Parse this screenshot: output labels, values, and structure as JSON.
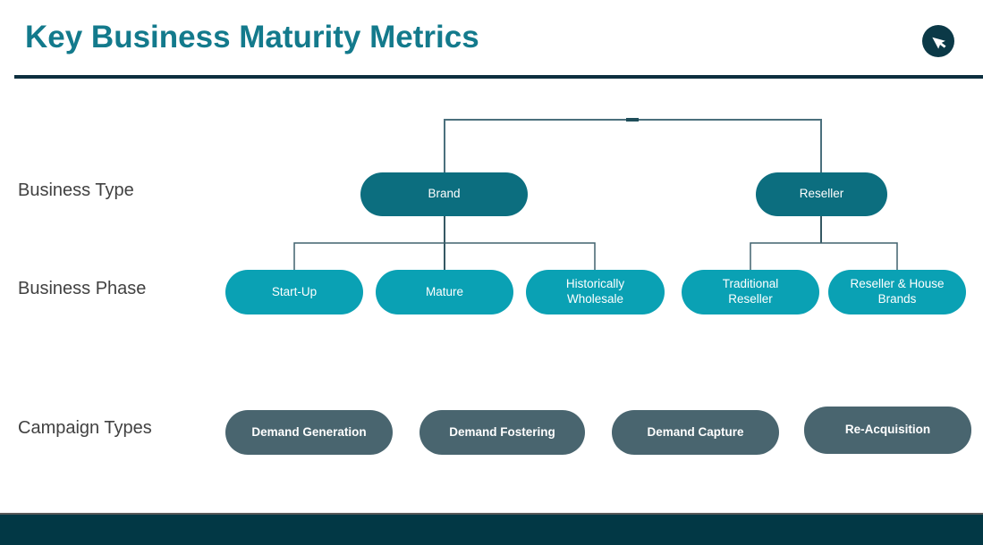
{
  "header": {
    "title": "Key Business Maturity Metrics",
    "icon": "cursor-arrow-icon"
  },
  "colors": {
    "title_teal": "#137a8c",
    "rule_navy": "#0c2f3f",
    "business_type_pill": "#0c6e7f",
    "business_phase_pill": "#0aa1b4",
    "campaign_pill": "#49656f",
    "connector": "#40626e",
    "footer_bar": "#023845",
    "label_text": "#414141",
    "pill_text": "#ffffff"
  },
  "rows": [
    {
      "label": "Business Type"
    },
    {
      "label": "Business Phase"
    },
    {
      "label": "Campaign Types"
    }
  ],
  "diagram": {
    "business_type": [
      {
        "label": "Brand"
      },
      {
        "label": "Reseller"
      }
    ],
    "business_phase": [
      {
        "label": "Start-Up",
        "parent": "Brand"
      },
      {
        "label": "Mature",
        "parent": "Brand"
      },
      {
        "label": "Historically Wholesale",
        "parent": "Brand"
      },
      {
        "label": "Traditional Reseller",
        "parent": "Reseller"
      },
      {
        "label": "Reseller & House Brands",
        "parent": "Reseller"
      }
    ],
    "campaign_types": [
      {
        "label": "Demand Generation"
      },
      {
        "label": "Demand Fostering"
      },
      {
        "label": "Demand Capture"
      },
      {
        "label": "Re-Acquisition"
      }
    ]
  }
}
